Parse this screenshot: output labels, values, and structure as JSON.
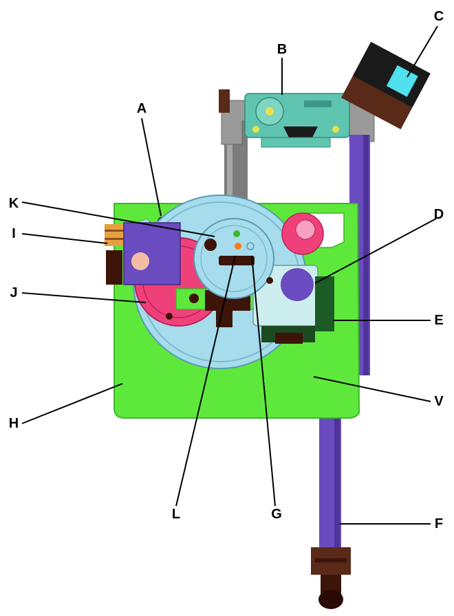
{
  "labels": {
    "A": "A",
    "B": "B",
    "C": "C",
    "D": "D",
    "E": "E",
    "F": "F",
    "G": "G",
    "H": "H",
    "I": "I",
    "J": "J",
    "K": "K",
    "L": "L",
    "V": "V"
  },
  "colors": {
    "plate_green": "#5ee83c",
    "plate_dark_green": "#3bb826",
    "light_blue": "#a6dcec",
    "pink": "#f0407a",
    "dark_brown": "#3d1408",
    "purple": "#6b4bc0",
    "pale_cyan": "#cdeeee",
    "teal": "#5fc4b0",
    "grey": "#8a8a8a",
    "peach": "#f4bca4",
    "orange": "#ff7a10"
  }
}
